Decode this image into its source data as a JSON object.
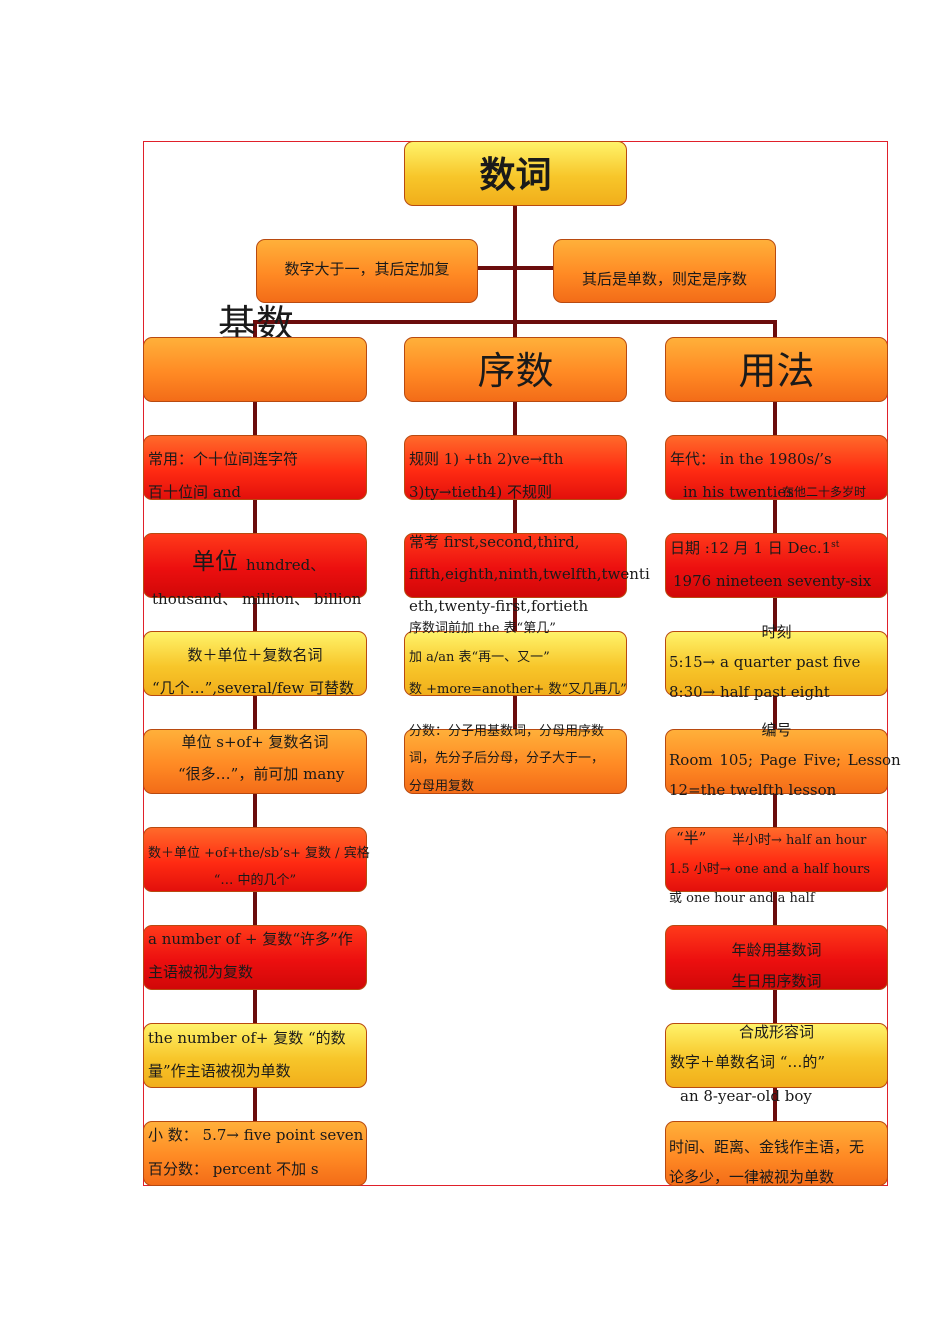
{
  "title": "数词",
  "note_left": "数字大于一，其后定加复",
  "note_right": "其后是单数，则定是序数",
  "col1": {
    "header": "基数",
    "items": [
      {
        "l1": "常用：个十位间连字符",
        "l2": "百十位间 and"
      },
      {
        "l1a": "单位",
        "l1b": "hundred、",
        "l2": "thousand、   million、 billion"
      },
      {
        "l1": "数＋单位＋复数名词",
        "l2": "“几个…”,several/few 可替数"
      },
      {
        "l1": "单位 s+of+ 复数名词",
        "l2": "“很多…”，前可加 many"
      },
      {
        "l1": "数＋单位 +of+the/sb’s+ 复数 / 宾格",
        "l2": "“… 中的几个”"
      },
      {
        "l1": "a number of + 复数“许多”作",
        "l2": "主语被视为复数"
      },
      {
        "l1": "the number of+ 复数 “的数",
        "l2": "量”作主语被视为单数"
      },
      {
        "l1": "小 数：  5.7→  five  point  seven",
        "l2": "百分数： percent 不加 s"
      }
    ]
  },
  "col2": {
    "header": "序数",
    "items": [
      {
        "l1": "规则 1) +th 2)ve→fth",
        "l2": "3)ty→tieth4) 不规则"
      },
      {
        "l1": "常考 first,second,third,",
        "l2": "fifth,eighth,ninth,twelfth,twenti",
        "l3": "eth,twenty-first,fortieth"
      },
      {
        "l0": "序数词前加 the 表“第几”",
        "l1": "加 a/an 表“再一、又一”",
        "l2": "数 +more=another+ 数“又几再几”"
      },
      {
        "l1": "分数：分子用基数词，分母用序数",
        "l2": "词，先分子后分母，分子大于一，",
        "l3": "分母用复数"
      }
    ]
  },
  "col3": {
    "header": "用法",
    "items": [
      {
        "l1": "年代： in the 1980s/’s",
        "l2a": "in his twenties",
        "l2b": "在他二十多岁时"
      },
      {
        "l1a": "日期 :12 月 1 日  Dec.1",
        "l1sup": "st",
        "l2": "1976 nineteen seventy-six"
      },
      {
        "l0": "时刻",
        "l1": "5:15→ a quarter past five",
        "l2": "8:30→ half past eight"
      },
      {
        "l0": "编号",
        "l1": "Room  105;  Page  Five;  Lesson",
        "l2": "12=the twelfth lesson"
      },
      {
        "l1a": "“半”",
        "l1b": "半小时→ half an hour",
        "l2": "1.5 小时→ one and a half hours",
        "l3": "或 one hour and a half"
      },
      {
        "l1": "年龄用基数词",
        "l2": "生日用序数词"
      },
      {
        "l0": "合成形容词",
        "l1": "数字＋单数名词   “…的”",
        "l2": "an 8-year-old boy"
      },
      {
        "l1": "时间、距离、金钱作主语，无",
        "l2": "论多少，一律被视为单数"
      }
    ]
  }
}
